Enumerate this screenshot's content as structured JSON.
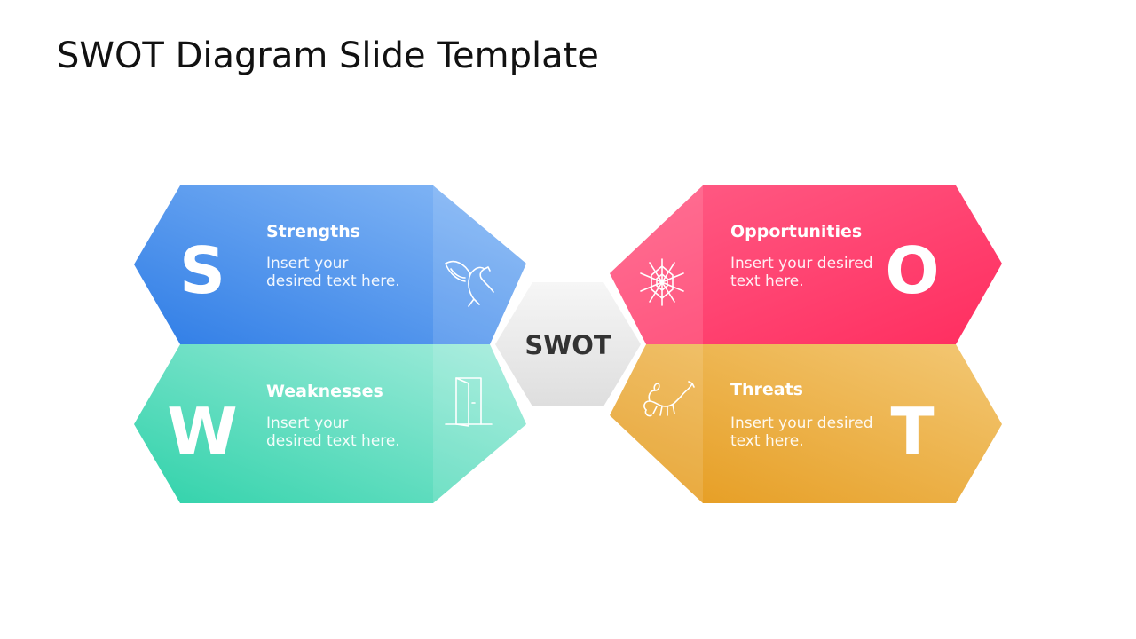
{
  "slide": {
    "title": "SWOT Diagram Slide Template"
  },
  "center": {
    "label": "SWOT"
  },
  "quadrants": {
    "strengths": {
      "letter": "S",
      "heading": "Strengths",
      "body": [
        "Insert your",
        "desired text here."
      ],
      "icon": "eagle-icon",
      "colors": {
        "light": "#7fb3f5",
        "dark": "#2f7de6"
      }
    },
    "weaknesses": {
      "letter": "W",
      "heading": "Weaknesses",
      "body": [
        "Insert your",
        "desired text here."
      ],
      "icon": "door-icon",
      "colors": {
        "light": "#9be9d8",
        "dark": "#36d3ad"
      }
    },
    "opportunities": {
      "letter": "O",
      "heading": "Opportunities",
      "body": [
        "Insert your desired",
        "text here."
      ],
      "icon": "spider-web-icon",
      "colors": {
        "light": "#ff6f93",
        "dark": "#ff2a5c"
      }
    },
    "threats": {
      "letter": "T",
      "heading": "Threats",
      "body": [
        "Insert your desired",
        "text here."
      ],
      "icon": "scorpion-icon",
      "colors": {
        "light": "#f2c36f",
        "dark": "#e8a02a"
      }
    }
  }
}
